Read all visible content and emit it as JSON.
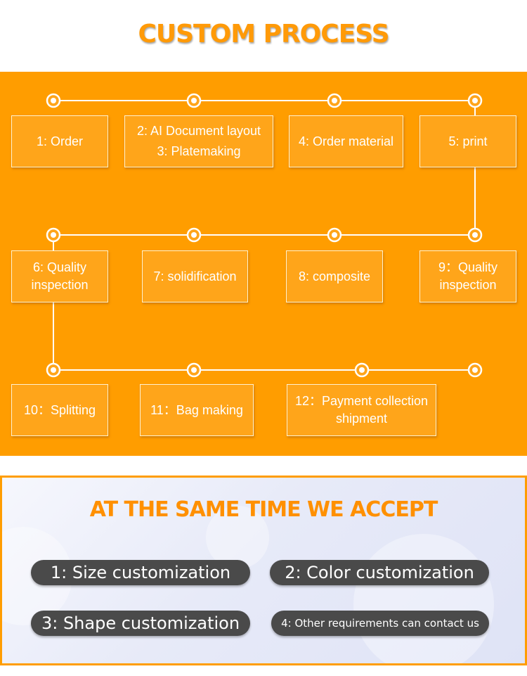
{
  "process": {
    "title": "CUSTOM PROCESS",
    "steps": [
      {
        "line1": "1: Order",
        "line2": ""
      },
      {
        "line1": "2: AI Document layout",
        "line2": "3: Platemaking"
      },
      {
        "line1": "4: Order material",
        "line2": ""
      },
      {
        "line1": "5: print",
        "line2": ""
      },
      {
        "line1": "6: Quality",
        "line2": "inspection"
      },
      {
        "line1": "7: solidification",
        "line2": ""
      },
      {
        "line1": "8: composite",
        "line2": ""
      },
      {
        "line1": "9：Quality",
        "line2": "inspection"
      },
      {
        "line1": "10：Splitting",
        "line2": ""
      },
      {
        "line1": "11：Bag making",
        "line2": ""
      },
      {
        "line1": "12：Payment collection",
        "line2": "shipment"
      }
    ]
  },
  "accept": {
    "title": "AT THE SAME TIME WE ACCEPT",
    "items": [
      "1: Size customization",
      "2: Color customization",
      "3: Shape customization",
      "4: Other requirements can contact us"
    ]
  },
  "colors": {
    "accent": "#ff9d00",
    "pill": "#4a4a4a"
  }
}
